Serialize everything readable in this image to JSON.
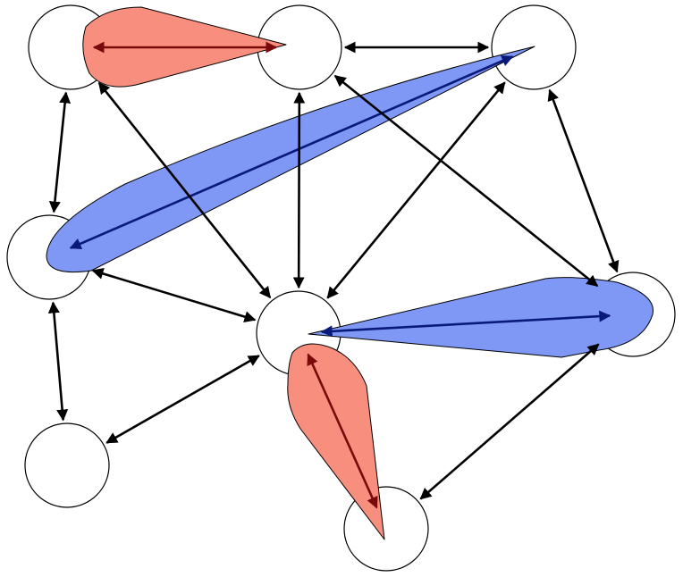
{
  "colors": {
    "background": "#ffffff",
    "node_fill": "#ffffff",
    "node_stroke": "#000000",
    "edge": "#000000",
    "blue_region": "#7f97f5",
    "blue_edge": "#0a1a7a",
    "red_region": "#f78e7e",
    "red_edge": "#7a0a0a"
  },
  "nodes": [
    {
      "id": "n1"
    },
    {
      "id": "n2"
    },
    {
      "id": "n3"
    },
    {
      "id": "n4"
    },
    {
      "id": "n5"
    },
    {
      "id": "n6"
    },
    {
      "id": "n7"
    },
    {
      "id": "n8"
    }
  ],
  "edges": [
    {
      "from": "n1",
      "to": "n4",
      "directed": "both"
    },
    {
      "from": "n1",
      "to": "n5",
      "directed": "both"
    },
    {
      "from": "n2",
      "to": "n3",
      "directed": "both"
    },
    {
      "from": "n2",
      "to": "n5",
      "directed": "both"
    },
    {
      "from": "n2",
      "to": "n6",
      "directed": "both"
    },
    {
      "from": "n3",
      "to": "n5",
      "directed": "both"
    },
    {
      "from": "n3",
      "to": "n6",
      "directed": "both"
    },
    {
      "from": "n4",
      "to": "n5",
      "directed": "both"
    },
    {
      "from": "n4",
      "to": "n7",
      "directed": "both"
    },
    {
      "from": "n5",
      "to": "n7",
      "directed": "both"
    },
    {
      "from": "n6",
      "to": "n8",
      "directed": "both"
    }
  ],
  "highlighted_edges": [
    {
      "from": "n1",
      "to": "n2",
      "region": "red"
    },
    {
      "from": "n3",
      "to": "n4",
      "region": "blue"
    },
    {
      "from": "n5",
      "to": "n6",
      "region": "blue"
    },
    {
      "from": "n5",
      "to": "n8",
      "region": "red"
    }
  ]
}
